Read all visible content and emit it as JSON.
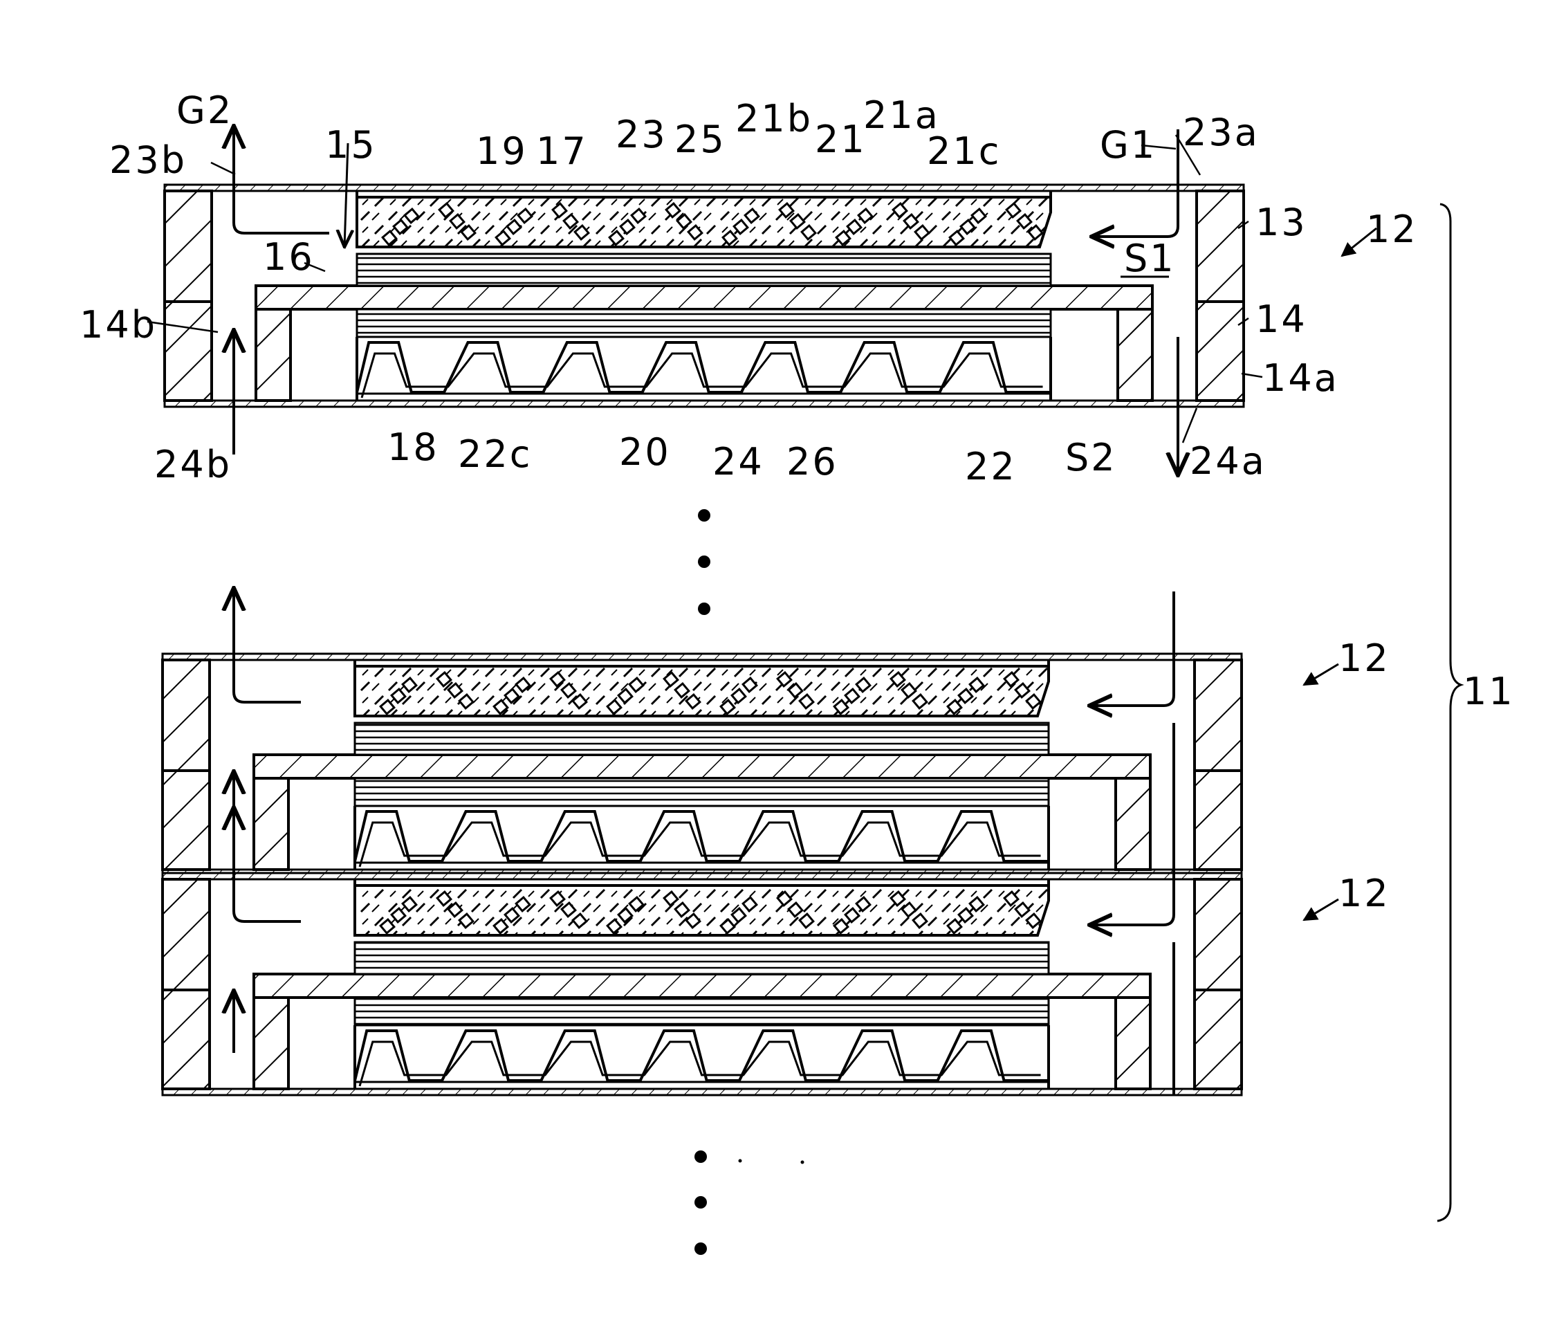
{
  "figure": {
    "labels": {
      "G2": "G2",
      "G1": "G1",
      "23b": "23b",
      "23": "23",
      "23a": "23a",
      "15": "15",
      "19": "19",
      "17": "17",
      "25": "25",
      "21b": "21b",
      "21": "21",
      "21a": "21a",
      "21c": "21c",
      "13": "13",
      "12": "12",
      "16": "16",
      "S1": "S1",
      "14b": "14b",
      "14": "14",
      "14a": "14a",
      "24b": "24b",
      "18": "18",
      "22c": "22c",
      "20": "20",
      "24": "24",
      "26": "26",
      "22": "22",
      "S2": "S2",
      "24a": "24a",
      "11": "11"
    },
    "cells_shown": 3,
    "colors": {
      "ink": "#000000",
      "paper": "#ffffff"
    }
  }
}
